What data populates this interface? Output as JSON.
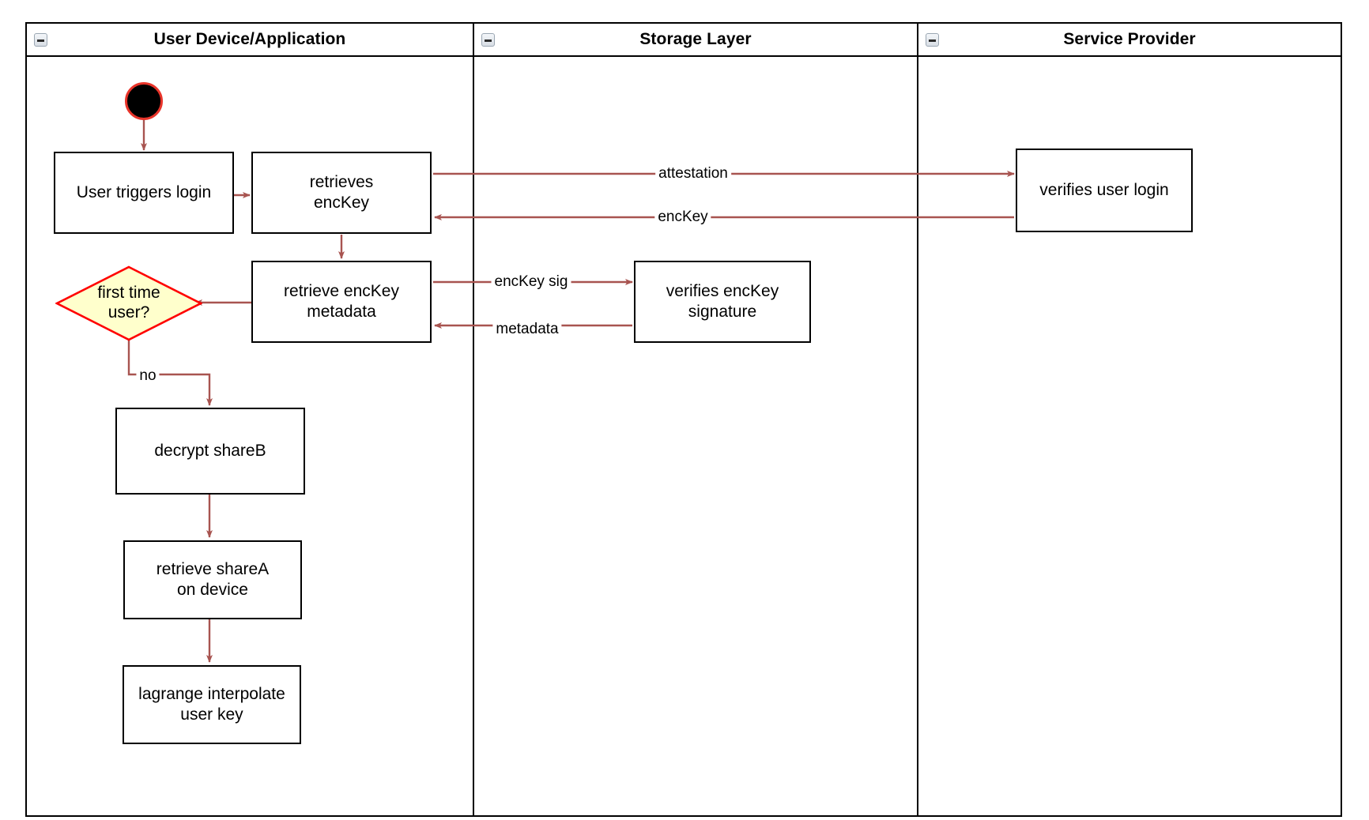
{
  "diagram": {
    "type": "activity-swimlane",
    "lanes": [
      {
        "id": "user-device",
        "title": "User Device/Application",
        "collapse_icon": "collapse-minus-icon"
      },
      {
        "id": "storage-layer",
        "title": "Storage Layer",
        "collapse_icon": "collapse-minus-icon"
      },
      {
        "id": "service-provider",
        "title": "Service Provider",
        "collapse_icon": "collapse-minus-icon"
      }
    ],
    "colors": {
      "edge": "#a85450",
      "decision_fill": "#ffffcc",
      "decision_stroke": "#ff0000",
      "start_fill": "#000000",
      "start_stroke": "#e8342a",
      "node_stroke": "#000000",
      "lane_stroke": "#000000"
    },
    "nodes": [
      {
        "id": "start",
        "kind": "start",
        "lane": "user-device",
        "label": ""
      },
      {
        "id": "user-triggers-login",
        "kind": "process",
        "lane": "user-device",
        "label": "User triggers login"
      },
      {
        "id": "retrieves-enckey",
        "kind": "process",
        "lane": "user-device",
        "label": "retrieves\nencKey"
      },
      {
        "id": "retrieve-enckey-metadata",
        "kind": "process",
        "lane": "user-device",
        "label": "retrieve encKey\nmetadata"
      },
      {
        "id": "first-time-user",
        "kind": "decision",
        "lane": "user-device",
        "label": "first time\nuser?"
      },
      {
        "id": "decrypt-shareb",
        "kind": "process",
        "lane": "user-device",
        "label": "decrypt shareB"
      },
      {
        "id": "retrieve-sharea-on-device",
        "kind": "process",
        "lane": "user-device",
        "label": "retrieve shareA\non device"
      },
      {
        "id": "lagrange-interpolate-user-key",
        "kind": "process",
        "lane": "user-device",
        "label": "lagrange interpolate\nuser key"
      },
      {
        "id": "verifies-enckey-signature",
        "kind": "process",
        "lane": "storage-layer",
        "label": "verifies encKey\nsignature"
      },
      {
        "id": "verifies-user-login",
        "kind": "process",
        "lane": "service-provider",
        "label": "verifies user login"
      }
    ],
    "edges": [
      {
        "id": "e-start-login",
        "from": "start",
        "to": "user-triggers-login",
        "label": ""
      },
      {
        "id": "e-login-retrieves",
        "from": "user-triggers-login",
        "to": "retrieves-enckey",
        "label": ""
      },
      {
        "id": "e-attestation",
        "from": "retrieves-enckey",
        "to": "verifies-user-login",
        "label": "attestation"
      },
      {
        "id": "e-enckey",
        "from": "verifies-user-login",
        "to": "retrieves-enckey",
        "label": "encKey"
      },
      {
        "id": "e-retrieves-metadata",
        "from": "retrieves-enckey",
        "to": "retrieve-enckey-metadata",
        "label": ""
      },
      {
        "id": "e-enckey-sig",
        "from": "retrieve-enckey-metadata",
        "to": "verifies-enckey-signature",
        "label": "encKey sig"
      },
      {
        "id": "e-metadata",
        "from": "verifies-enckey-signature",
        "to": "retrieve-enckey-metadata",
        "label": "metadata"
      },
      {
        "id": "e-metadata-decision",
        "from": "retrieve-enckey-metadata",
        "to": "first-time-user",
        "label": ""
      },
      {
        "id": "e-no",
        "from": "first-time-user",
        "to": "decrypt-shareb",
        "label": "no"
      },
      {
        "id": "e-shareb-sharea",
        "from": "decrypt-shareb",
        "to": "retrieve-sharea-on-device",
        "label": ""
      },
      {
        "id": "e-sharea-lagrange",
        "from": "retrieve-sharea-on-device",
        "to": "lagrange-interpolate-user-key",
        "label": ""
      }
    ]
  }
}
